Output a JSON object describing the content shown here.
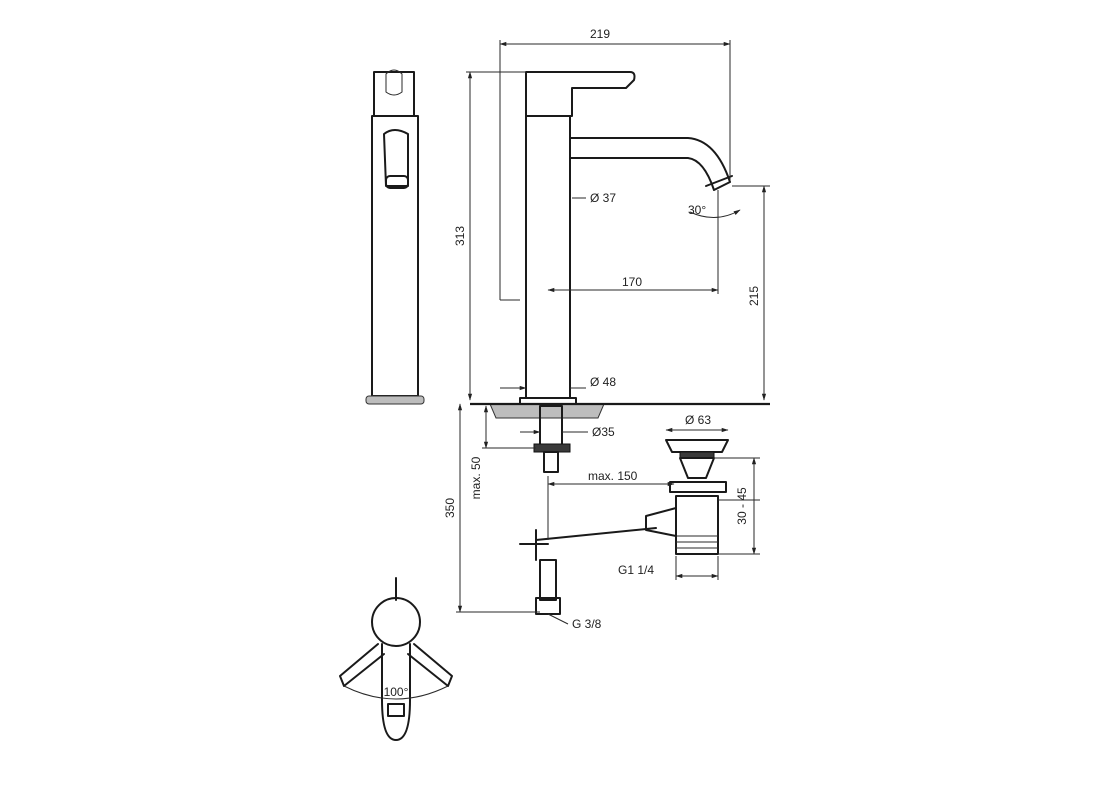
{
  "dimensions": {
    "overall_width": "219",
    "overall_height": "313",
    "body_diameter": "Ø 37",
    "spout_reach": "170",
    "spout_angle": "30°",
    "outlet_height": "215",
    "base_diameter": "Ø 48",
    "shank_diameter": "Ø35",
    "deck_thickness_max": "max. 50",
    "below_deck_length": "350",
    "rod_length_max": "max. 150",
    "waste_diameter": "Ø 63",
    "waste_adjust": "30 - 45",
    "waste_thread": "G1 1/4",
    "supply_thread": "G 3/8",
    "lever_rotation": "100°"
  }
}
